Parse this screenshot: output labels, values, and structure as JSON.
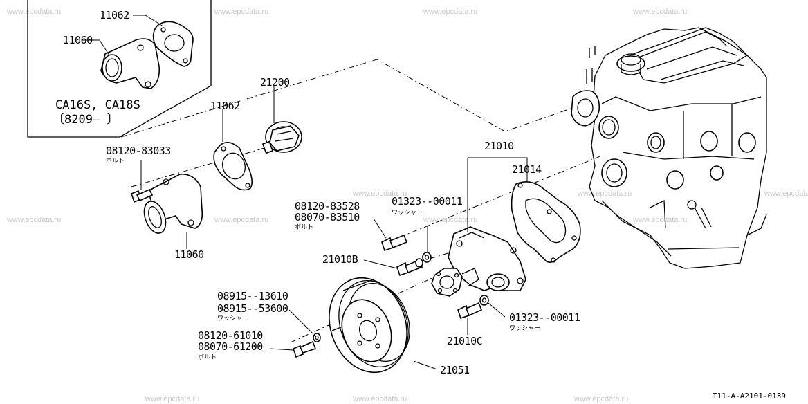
{
  "watermark": "www.epcdata.ru",
  "figure_code": "T11-A-A2101-0139",
  "inset": {
    "variant_label": "CA16S, CA18S",
    "date_range": "〔8209—        〕",
    "parts": {
      "housing": "11060",
      "gasket": "11062"
    }
  },
  "parts": {
    "thermostat": "21200",
    "gasket": "11062",
    "housing": "11060",
    "housing_bolt": {
      "number": "08120-83033",
      "name": "ボルト"
    },
    "water_pump_assy": "21010",
    "pump_gasket": "21014",
    "pump_bolt": {
      "number1": "08120-83528",
      "number2": "08070-83510",
      "name": "ボルト"
    },
    "pump_washer_upper": {
      "number": "01323--00011",
      "name": "ワッシャー"
    },
    "pump_washer_lower": {
      "number": "01323--00011",
      "name": "ワッシャー"
    },
    "stud_b": "21010B",
    "stud_c": "21010C",
    "pulley": "21051",
    "pulley_washer": {
      "number1": "08915--13610",
      "number2": "08915--53600",
      "name": "ワッシャー"
    },
    "pulley_bolt": {
      "number1": "08120-61010",
      "number2": "08070-61200",
      "name": "ボルト"
    }
  }
}
